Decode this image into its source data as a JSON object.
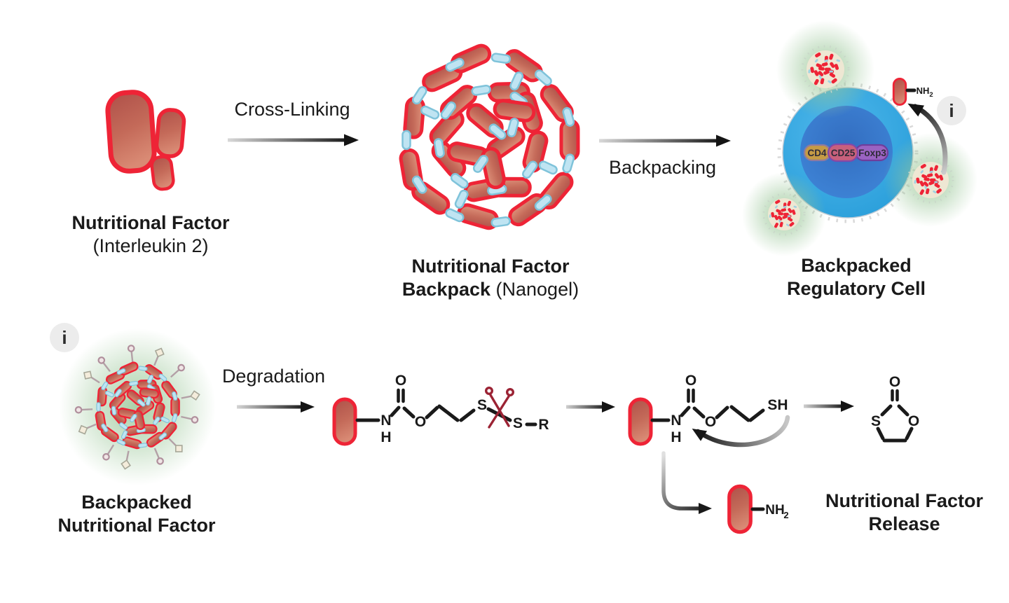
{
  "labels": {
    "il2_title": "Nutritional Factor",
    "il2_subtitle": "(Interleukin 2)",
    "cross_linking": "Cross-Linking",
    "nanogel_title_line1": "Nutritional Factor",
    "nanogel_title_bold": "Backpack",
    "nanogel_title_paren": "(Nanogel)",
    "backpacking": "Backpacking",
    "cell_title_line1": "Backpacked",
    "cell_title_line2": "Regulatory Cell",
    "backpacked_line1": "Backpacked",
    "backpacked_line2": "Nutritional Factor",
    "degradation": "Degradation",
    "release_line1": "Nutritional Factor",
    "release_line2": "Release"
  },
  "cell_markers": {
    "cd4": "CD4",
    "cd25": "CD25",
    "foxp3": "Foxp3"
  },
  "atoms": {
    "oxygen": "O",
    "nitrogen": "N",
    "hydrogen": "H",
    "sulfur": "S",
    "thiol": "SH",
    "r_group": "R",
    "amine": "NH",
    "amine_sub": "2"
  },
  "icons": {
    "info": "i",
    "scissors": "scissors-cut"
  },
  "colors": {
    "accent_red": "#ee2436",
    "blob_fill_dark": "#b2544b",
    "blob_fill_light": "#d98a74",
    "link_blue": "#bfe4f2",
    "link_blue_border": "#7fc3da",
    "cell_outer_blue": "#31a7e3",
    "cell_inner_blue": "#3670c6",
    "badge_cd4": "#c59b45",
    "badge_cd25": "#c8607c",
    "badge_foxp3": "#9a63c2",
    "glow_green": "#9ac798",
    "arrow_dark": "#141414",
    "text_color": "#1a1a1a",
    "scissors_red": "#9b2334",
    "info_bg": "#ececec"
  }
}
